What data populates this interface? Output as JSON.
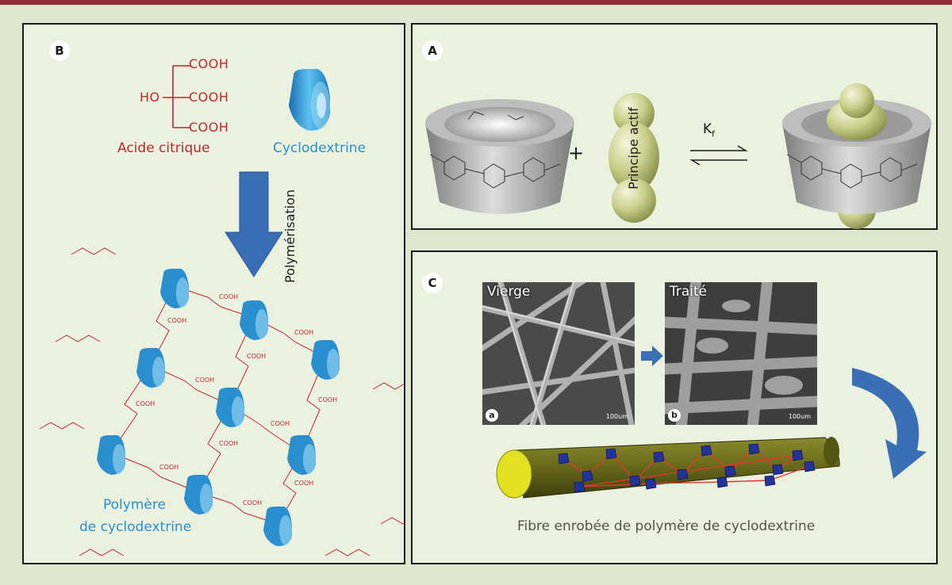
{
  "colors": {
    "topbar": "#8c2a35",
    "background": "#dde7cf",
    "panel_border": "#1a1a1a",
    "chemistry_red": "#c0262d",
    "cyclodextrin_blue": "#2a8fce",
    "arrow_blue": "#3a6fb5",
    "fiber_olive": "#6e6f1c",
    "fiber_end": "#e2e020",
    "guest": "#c9cf8a"
  },
  "panel_b": {
    "badge": "B",
    "citric_acid": {
      "cooh_1": "COOH",
      "ho": "HO",
      "cooh_2": "COOH",
      "cooh_3": "COOH",
      "label": "Acide citrique"
    },
    "cyclodextrin_label": "Cyclodextrine",
    "reaction_label": "Polymérisation",
    "polymer_label_line1": "Polymère",
    "polymer_label_line2": "de cyclodextrine"
  },
  "panel_a": {
    "badge": "A",
    "plus": "+",
    "guest_label": "Principe actif",
    "equilibrium_symbol": "K",
    "equilibrium_subscript": "f"
  },
  "panel_c": {
    "badge": "C",
    "image_a": {
      "title": "Vierge",
      "corner": "a",
      "scale": "100um"
    },
    "image_b": {
      "title": "Traité",
      "corner": "b",
      "scale": "100um"
    },
    "caption": "Fibre enrobée de polymère de cyclodextrine"
  }
}
